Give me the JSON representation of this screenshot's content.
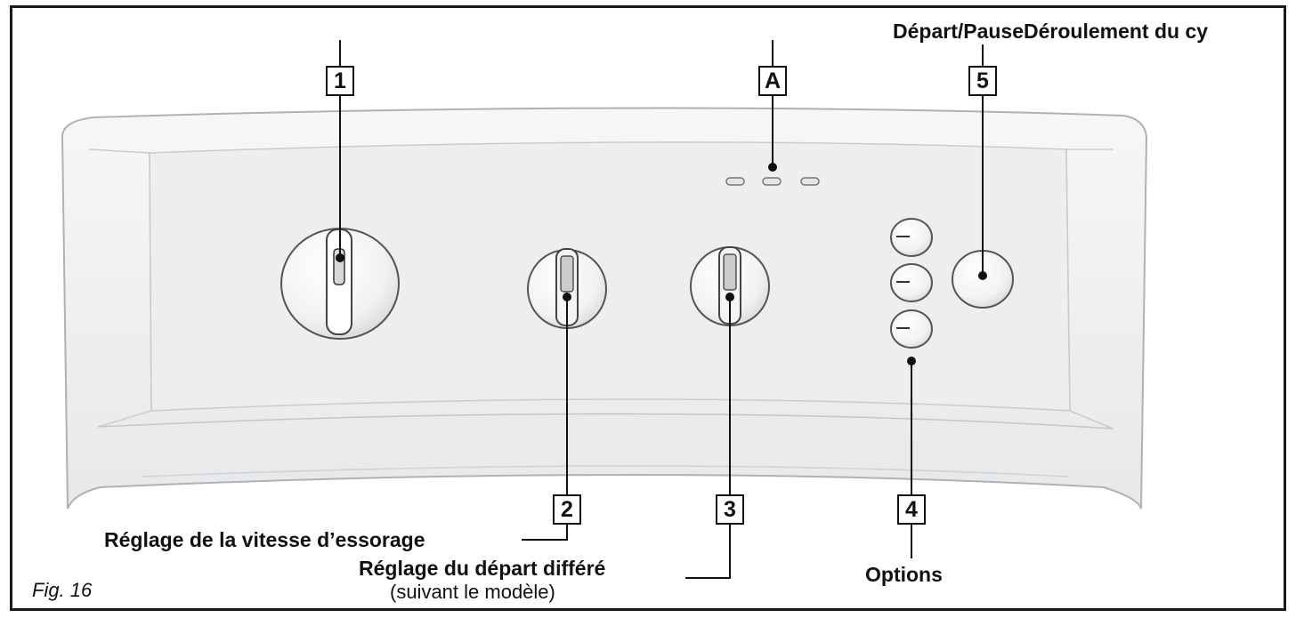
{
  "figure": {
    "caption": "Fig. 16"
  },
  "callouts": {
    "c1": "1",
    "cA": "A",
    "c5": "5",
    "c2": "2",
    "c3": "3",
    "c4": "4"
  },
  "labels": {
    "start_pause": "Départ/PauseDéroulement du cy",
    "spin_speed": "Réglage de la vitesse d’essorage",
    "delayed_start": "Réglage du départ différé",
    "delayed_start_note": "(suivant le modèle)",
    "options": "Options"
  },
  "colors": {
    "panel_fill": "#eef0f1",
    "panel_edge": "#b9bcbf",
    "line": "#111111"
  }
}
